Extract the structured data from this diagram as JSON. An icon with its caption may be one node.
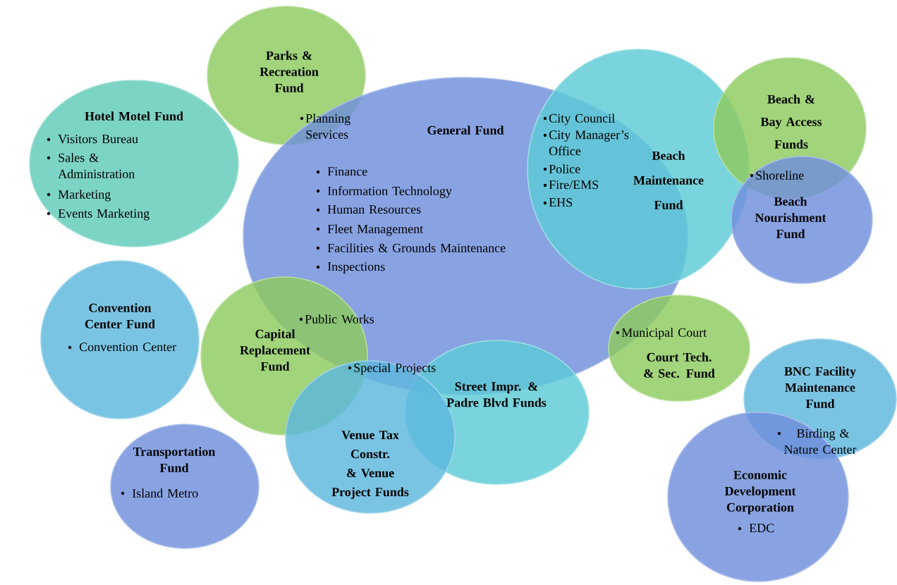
{
  "diagram": {
    "nodes": [
      {
        "text": [
          "Hotel Motel Fund",
          "Visitors Bureau",
          "Sales & Administration",
          "Marketing",
          "Events Marketing"
        ]
      },
      {
        "text": [
          "Parks & Recreation Fund"
        ]
      },
      {
        "text": [
          "General Fund",
          "Finance",
          "Information Technology",
          "Human Resources",
          "Fleet Management",
          "Facilities & Grounds Maintenance",
          "Inspections"
        ]
      },
      {
        "text": [
          "Beach Maintenance Fund"
        ]
      },
      {
        "text": [
          "Beach & Bay Access Funds"
        ]
      },
      {
        "text": [
          "Beach Nourishment Fund"
        ]
      },
      {
        "text": [
          "Convention Center Fund",
          "Convention Center"
        ]
      },
      {
        "text": [
          "Capital Replacement Fund"
        ]
      },
      {
        "text": [
          "Street Impr. & Padre Blvd Funds"
        ]
      },
      {
        "text": [
          "Court Tech. & Sec. Fund"
        ]
      },
      {
        "text": [
          "Venue Tax Constr. & Venue Project Funds"
        ]
      },
      {
        "text": [
          "Transportation Fund",
          "Island Metro"
        ]
      },
      {
        "text": [
          "BNC Facility Maintenance Fund"
        ]
      },
      {
        "text": [
          "Economic Development Corporation",
          "EDC"
        ]
      }
    ],
    "labels": [
      "Planning Services",
      "City Council",
      "City Manager’s Office",
      "Police",
      "Fire/EMS",
      "EHS",
      "Shoreline",
      "Public Works",
      "Special Projects",
      "Municipal Court",
      "Birding & Nature Center"
    ]
  }
}
